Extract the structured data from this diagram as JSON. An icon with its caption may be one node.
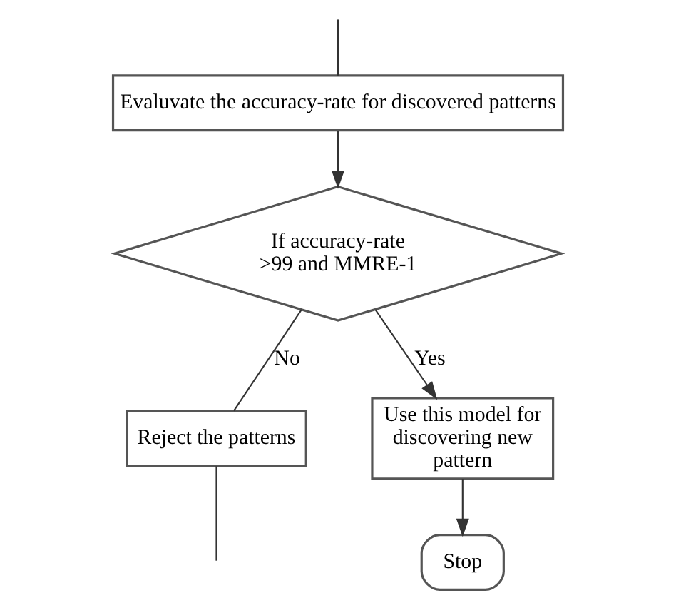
{
  "diagram": {
    "nodes": [
      {
        "text": [
          "Evaluvate the accuracy-rate for discovered patterns"
        ]
      },
      {
        "text": [
          "If accuracy-rate >99 and MMRE-1"
        ]
      },
      {
        "text": [
          "Reject the patterns"
        ]
      },
      {
        "text": [
          "Use this model for discovering new pattern"
        ]
      },
      {
        "text": [
          "Stop"
        ]
      }
    ],
    "edges": [
      {
        "from": null,
        "to": 0,
        "arrow": "none"
      },
      {
        "from": 0,
        "to": 1,
        "arrow": "to"
      },
      {
        "from": 1,
        "to": 2,
        "arrow": "none",
        "label": "No"
      },
      {
        "from": 1,
        "to": 3,
        "arrow": "to",
        "label": "Yes"
      },
      {
        "from": 2,
        "to": null,
        "arrow": "none"
      },
      {
        "from": 3,
        "to": 4,
        "arrow": "to"
      }
    ]
  }
}
